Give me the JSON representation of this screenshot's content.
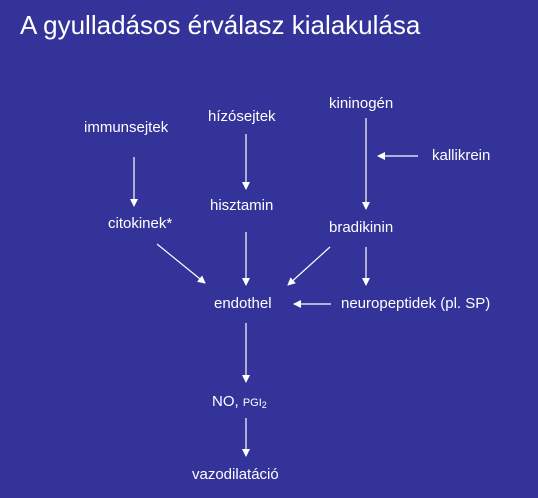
{
  "title": "A gyulladásos érválasz kialakulása",
  "nodes": {
    "immunsejtek": "immunsejtek",
    "hizosejtek": "hízósejtek",
    "kininogen": "kininogén",
    "kallikrein": "kallikrein",
    "citokinek": "citokinek*",
    "hisztamin": "hisztamin",
    "bradikinin": "bradikinin",
    "endothel": "endothel",
    "neuropeptidek": "neuropeptidek (pl. SP)",
    "no_main": "NO,",
    "pgi_main": "PGI",
    "pgi_sub": "2",
    "vazodilatacio": "vazodilatáció"
  },
  "colors": {
    "background": "#333399",
    "text": "#ffffff",
    "arrow": "#ffffff"
  }
}
